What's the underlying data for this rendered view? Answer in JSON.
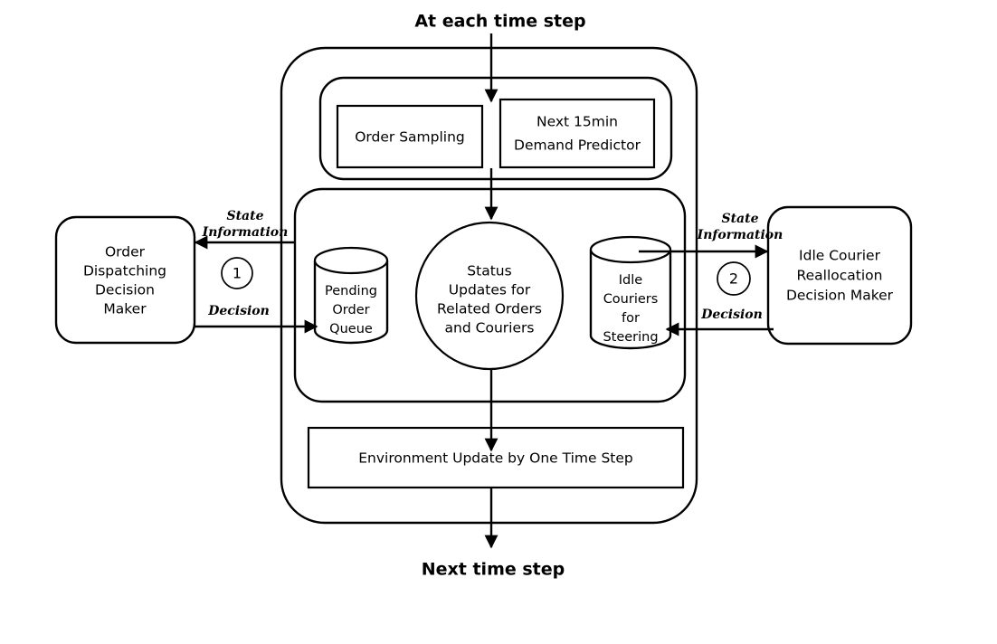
{
  "diagram": {
    "title_top": "At each time step",
    "title_bottom": "Next time step",
    "environment": {
      "sampling_box": "Order Sampling",
      "predictor_box_line1": "Next 15min",
      "predictor_box_line2": "Demand Predictor",
      "pending_queue": [
        "Pending",
        "Order",
        "Queue"
      ],
      "status_circle": [
        "Status",
        "Updates for",
        "Related Orders",
        "and Couriers"
      ],
      "idle_couriers": [
        "Idle",
        "Couriers",
        "for",
        "Steering"
      ],
      "update_box": "Environment Update by One Time Step"
    },
    "agents": {
      "left": {
        "lines": [
          "Order",
          "Dispatching",
          "Decision",
          "Maker"
        ],
        "marker": "1",
        "in_label_line1": "State",
        "in_label_line2": "Information",
        "out_label": "Decision"
      },
      "right": {
        "lines": [
          "Idle Courier",
          "Reallocation",
          "Decision Maker"
        ],
        "marker": "2",
        "in_label_line1": "State",
        "in_label_line2": "Information",
        "out_label": "Decision"
      }
    },
    "colors": {
      "stroke": "#000000",
      "fill": "#ffffff",
      "text": "#000000"
    }
  }
}
